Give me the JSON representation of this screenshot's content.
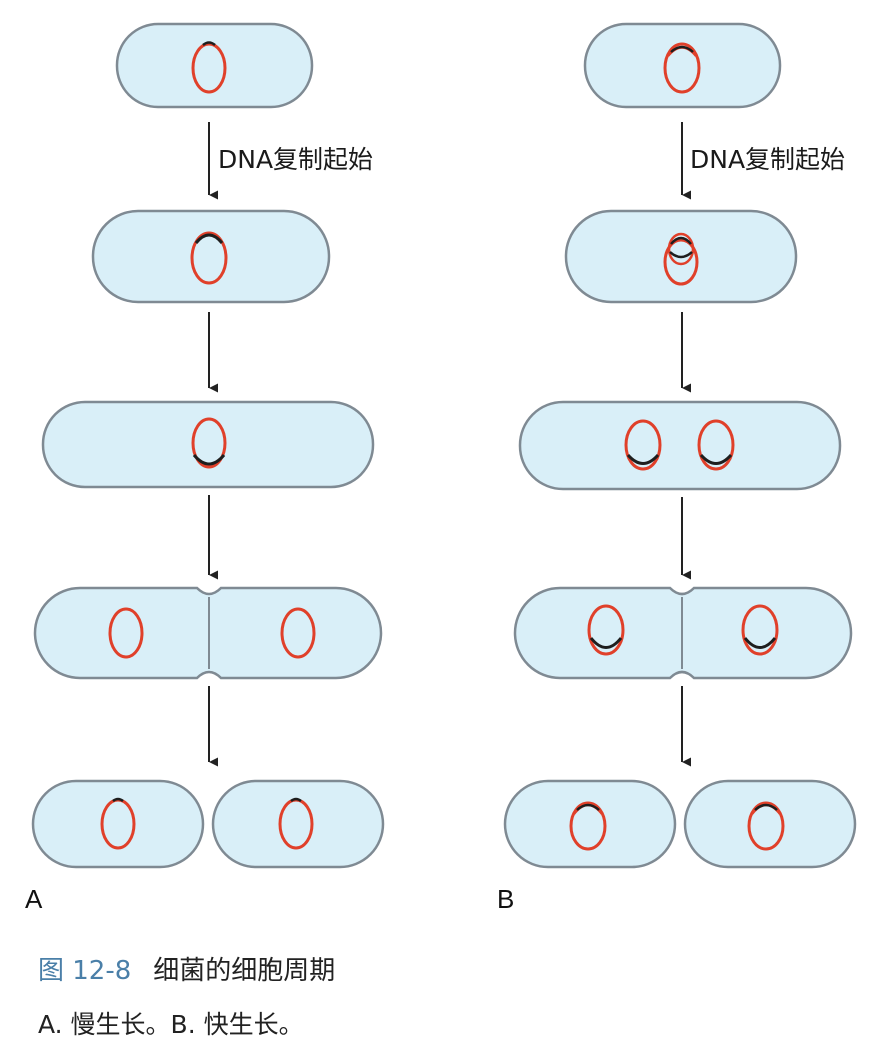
{
  "labels": {
    "step_a": "DNA复制起始",
    "step_b": "DNA复制起始",
    "panel_a": "A",
    "panel_b": "B"
  },
  "caption": {
    "figure_number": "图 12-8",
    "title": "细菌的细胞周期",
    "subtitle": "A. 慢生长。B. 快生长。"
  },
  "colors": {
    "cell_fill": "#d9eff8",
    "cell_stroke": "#7f8a93",
    "chromosome": "#e0402a",
    "replication_fork": "#1e1e1e",
    "arrow": "#222222",
    "figure_number": "#4a7fa8"
  }
}
